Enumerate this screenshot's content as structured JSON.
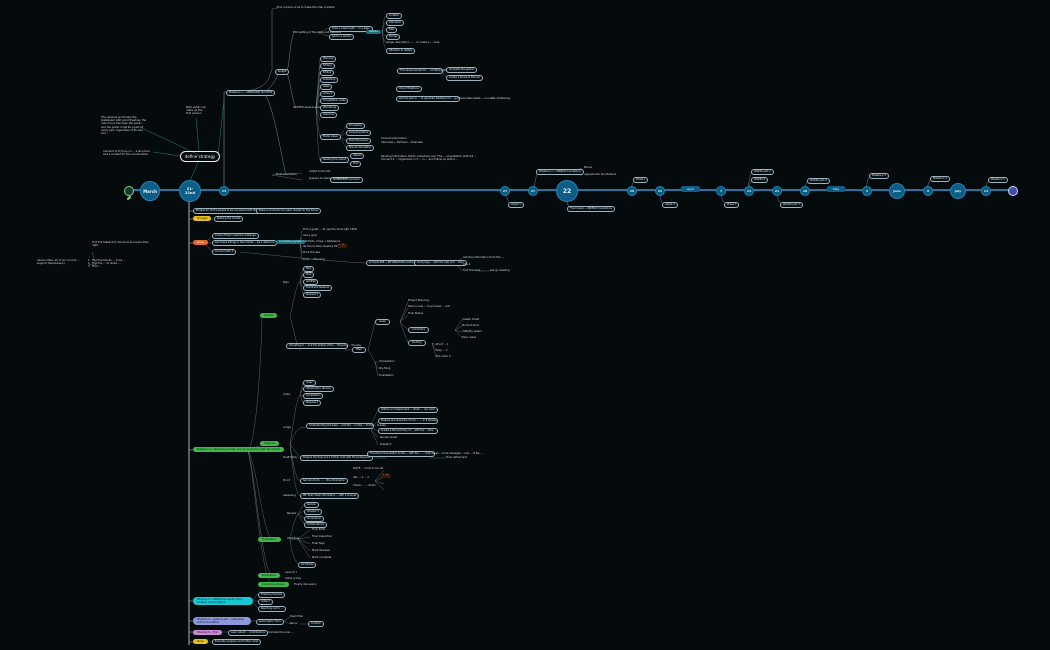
{
  "colors": {
    "background": "#050a0d",
    "timeline": "#2e9ad1",
    "node": "#0d5d86",
    "green": "#3fb64a",
    "orange": "#e5672b",
    "yellow": "#e8c21a",
    "cyan": "#18c7d2",
    "purple": "#8f6fd1",
    "lavender": "#8c98d9",
    "pink": "#c98bd6",
    "branch": "#8fa4ae"
  },
  "timeline": {
    "start_icon": "leaf-icon",
    "march": "March",
    "node_2122": "21-\n22nd",
    "n23": "23",
    "n27": "27",
    "n22big": "22",
    "n29": "29",
    "n31": "31",
    "april": "April",
    "n7": "7",
    "n14": "14",
    "n21": "21",
    "n28": "28",
    "may": "May",
    "n5": "5",
    "june": "June",
    "n9": "9",
    "july": "July",
    "n14b": "14",
    "end_icon": "target-icon"
  },
  "strategy": {
    "label": "define strategy",
    "note1": "The rainbow and finally the statebeam with good theatres: the main focus has been the public, and the public must be a part of every part, regardless of its size and ...",
    "note2": "moment to 8 focus on ... a structure and a context for the communities",
    "note3": "Both public can make up the first version"
  },
  "upper": {
    "top_label": "Find a place so as to make the map credible",
    "branch_root": "Milestone 1 → SPREADING SUCCESS",
    "edit_setting": "Edit setting of thoughts and behavior",
    "edit_a": "Draw a meaningful ... in a page",
    "edit_b": "Add to a section",
    "highlight": "Options",
    "opts": [
      "Location",
      "Literature",
      "Files",
      "Stories",
      "Image description → ... to make a ... map",
      "Attention to details"
    ],
    "budget": "budget",
    "gather": "GATHER several shortcuts",
    "list": [
      "Planning",
      "Writing",
      "Editing",
      "Publishing",
      "Sales",
      "Artwork",
      "Consultation notes",
      "Wondering",
      "Outcome"
    ],
    "boxA": "Find several points for ...  solidifying the navigation ... procedure",
    "boxA_r1": "Complete Navigation",
    "boxA_r2": "Create a Personal Planner",
    "boxB": "Check Milestone",
    "boxC": "Add the plan in ... to generate feedback for ... good accurate results ... in a state of planning",
    "model": "Model views",
    "model_items": [
      "Processing",
      "Analyzing Items",
      "Start Discussion",
      "Manual Simulation"
    ],
    "model_r1": "Consult information",
    "model_r2": "Interview + Partners → Evaluate",
    "reading": "Reading the output",
    "reading_a": "Upload",
    "reading_b": "Find",
    "reading_r": "Reading information Public collections are: The ... consultation with full ... Connect 4 ... Organizers in 3 ... in ... and follow up with a ...",
    "final": "Final conclusion",
    "final_a": "Added to the list",
    "final_b": "Archive the conclusion",
    "final_c": "prepare to share ... newsletter"
  },
  "mid": {
    "m27_label": "Milestone 2 → SPREAD foundations",
    "m27_r1": "Bonus",
    "m27_r2": "upgrade the foundations",
    "m27_below": "Adjust 1",
    "m22_below": "Final reveal → SPREAD foundations",
    "m29_label": "Phase 1",
    "m31_below": "Adjust 2",
    "m7_below": "Phase 3",
    "m14_r1": "Wildlife part 1",
    "m14_r2": "Wildlife 2",
    "m21_below": "Wildlife part 3",
    "m28_label": "Wildlife part 4",
    "m5_label": "Milestone 3",
    "m9_label": "Milestone 4",
    "m14b_label": "Milestone 5"
  },
  "lower": {
    "head1": "Bridges for all the people to be connected with the brand",
    "head1b": "Make a connection to reach market for the future",
    "yellow1": "Manage",
    "yellow1_r": "Seeking the market",
    "orange": "Issue",
    "orange_items": [
      "A few of them meet the challenge",
      "Can these listings in the market ... be a reference",
      "Connect with 3"
    ],
    "orange_badge": "Connecting a system",
    "orange_r": [
      "Find a great ... To use the tools with 1998",
      "Use a goal",
      "CRITICAL: Hope + Reference",
      "Its found, Pass, Restore PSA",
      "Price Process",
      "Time ... Planning"
    ],
    "orange_mark": "2 · 4k",
    "side_note": "Find the fallback to the tools to ensure their right",
    "side_left": "Version Pass, all of our current ... support transparency",
    "side_left_b": "1 · Find the blocks ... to be ...\n2 · Find the ... to share ...\n3 · Find ... ",
    "right_flow": "prompts PRE → INFORMATION solutions",
    "right_flow_b": "Verify tags ... with the help and ... time",
    "right_flow_c": [
      "Ask the information from the ...",
      "Use 4",
      "Find the best ..."
    ],
    "right_flow_end": "set up meeting",
    "green_main": "Milestone 4 → Recovery process, and its connections with the market",
    "g1": "Growth",
    "g1_items": [
      "Nalo",
      "Prop",
      "ACCESS",
      "Functional features",
      "Request 1"
    ],
    "g1_b": "Allocating to ... and the details of the ... Ensuring ... the way",
    "g1_c": "Effect",
    "g1_c_items": [
      "Compilation",
      "Pre-filing",
      "Finalization"
    ],
    "g1_c_badge": "Assign",
    "g1_c_r": [
      "Project Planning",
      "Start a new ... to proceed ... and",
      "Final Status"
    ],
    "g1_c_r2": [
      "Create Ticket",
      "Product Docs",
      "Visibility option",
      "Exec notes"
    ],
    "g1_c_r3": [
      "Proof ... 1",
      "Prep ... 2",
      "Pre-order 3"
    ],
    "g2": "Features",
    "g2_items": [
      "Index",
      "Introduction, Review",
      "Compilation",
      "Request 3"
    ],
    "g2_b": "Lodge",
    "g2_b_main": "Understanding the base ... and the ... on the ... to the ... to keep",
    "g2_b_items": [
      "Outline an Independent ... which ... can work ...",
      "Prepare and share the 4 hour ... ... in 8 phases",
      "Create a full summary of ... with the ... time",
      "Review sheet",
      "Dispatch"
    ],
    "g2_c": "Draft Work",
    "g2_c_main": "Prepare the final and a further chat with 30 workspaces",
    "g2_c_box": "Final Recommendation to the ... with the ... ... that allows ... to be managed ... and ... of the ...",
    "g2_c_end": "Final refinement",
    "g2_d": "Proof",
    "g2_d_main": "Set records to ... ... the information",
    "g2_d_items": [
      "NOTE: ... time to be set",
      "Set ... 2 ... 3",
      "Check ... ... items"
    ],
    "g2_d_mark": "2 · 5k",
    "g2_e": "Assessing",
    "g2_e_main": "RE: final check information ... with 2 sources",
    "g3": "Finalization",
    "g3_items": [
      "Review",
      "Chapter 2",
      "Corrections",
      "Collaborations"
    ],
    "g3_b": "Workflow",
    "g3_b_items": [
      "Final Edits",
      "Final Inspection",
      "Final Tags",
      "Mark Reviews",
      "Mark complete"
    ],
    "g3_c": "Add Notes",
    "g4": "Publication",
    "g4_items": [
      "Launch 1",
      "Initial prices"
    ],
    "g5": "Conclusion & Review",
    "g5_r": "Finally discussion",
    "cyan": "Milestone 5 → SPREAD the results of the ... feedback and foundations",
    "cyan_items": [
      "Finishing Touches",
      "Initial 2",
      "Reaching out to ..."
    ],
    "purple": "Milestone 6 → Audience and ... networking and the foundations",
    "purple_r": "Subscription Form",
    "purple_r_items": [
      "Team Plan",
      "Recur"
    ],
    "purple_end": "Content",
    "pink": "Milestone 6 → Final",
    "pink_r": "Learn about ... contributions",
    "pink_end": "Compile the new ...",
    "yellow2": "Recap",
    "yellow2_r": "Evaluate progress and further notes"
  }
}
